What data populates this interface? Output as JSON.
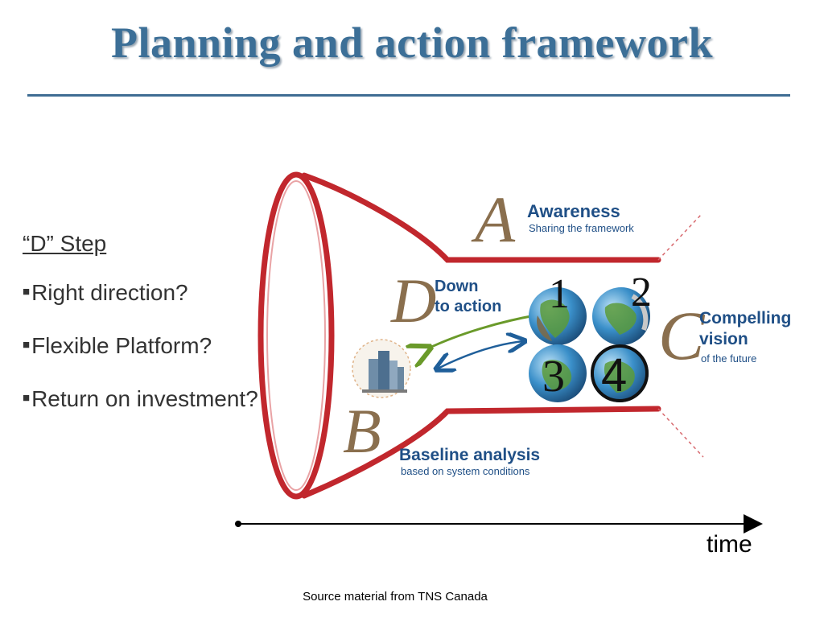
{
  "title": "Planning and action framework",
  "steps_panel": {
    "heading": "“D” Step",
    "bullets": [
      "Right direction?",
      "Flexible Platform?",
      "Return on investment?"
    ]
  },
  "diagram": {
    "stages": [
      {
        "letter": "A",
        "title": "Awareness",
        "subtitle": "Sharing the framework"
      },
      {
        "letter": "B",
        "title": "Baseline analysis",
        "subtitle": "based on system conditions"
      },
      {
        "letter": "C",
        "title_lines": [
          "Compelling",
          "vision"
        ],
        "subtitle": "of the future"
      },
      {
        "letter": "D",
        "title_lines": [
          "Down",
          "to action"
        ]
      }
    ],
    "globe_numbers": [
      "1",
      "2",
      "3",
      "4"
    ],
    "time_label": "time"
  },
  "source": "Source material from TNS Canada",
  "colors": {
    "title": "#3c6f97",
    "rule": "#3f6d93",
    "funnel": "#c1272d",
    "stage_text": "#1f4f86",
    "letter": "#8a6f4e",
    "arrow_green": "#6a9a2a",
    "arrow_blue": "#1f5f9a",
    "globe_ocean": "#3a8fc9",
    "globe_land": "#5a9a3a"
  },
  "icons": [
    "building-icon",
    "globe-icon",
    "axis-arrow-icon"
  ]
}
